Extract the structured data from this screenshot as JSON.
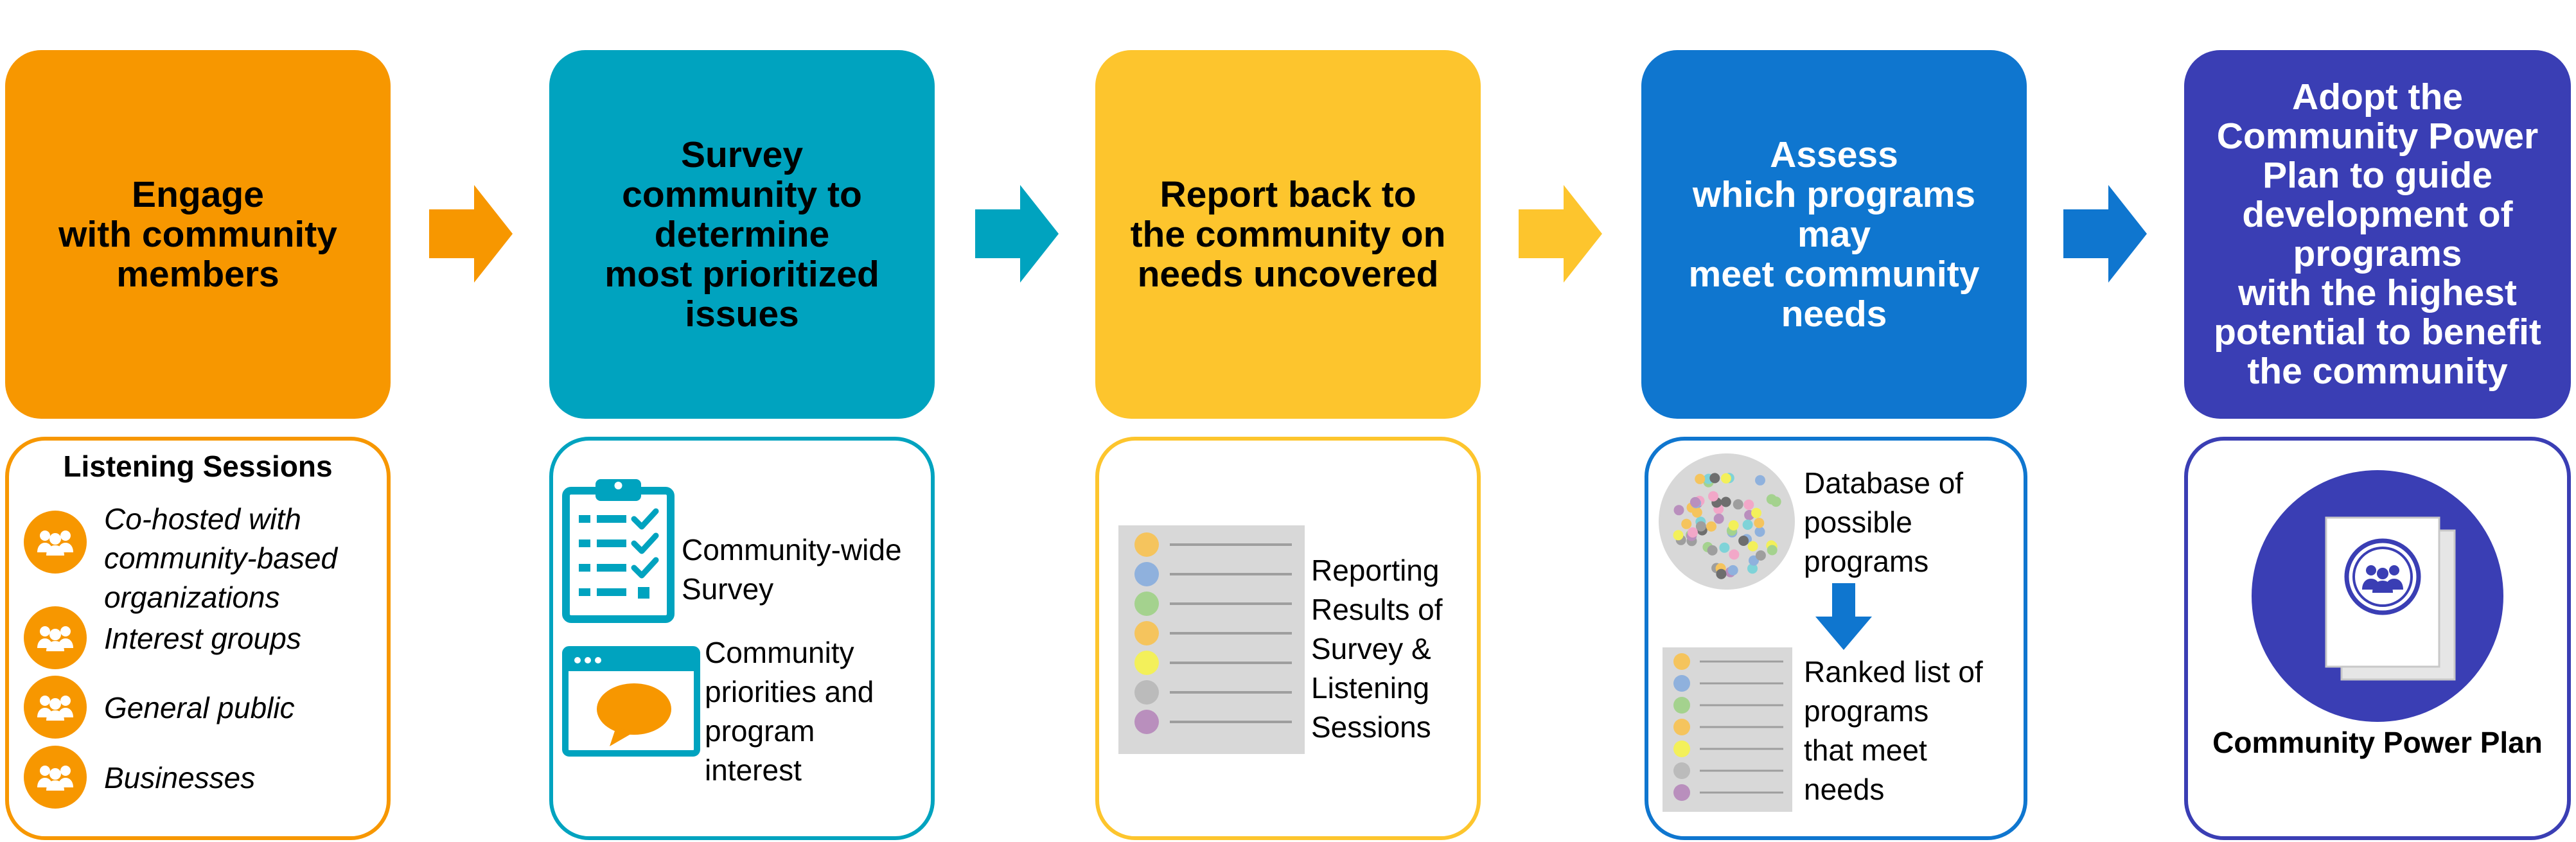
{
  "colors": {
    "engage": "#F79700",
    "survey": "#00A3BF",
    "report": "#FDC52D",
    "assess": "#0F76CF",
    "adopt": "#3A3EB4"
  },
  "steps": [
    {
      "title": "Engage\nwith community\nmembers",
      "panel": {
        "heading": "Listening Sessions",
        "items": [
          {
            "label": "Co-hosted with\ncommunity-based\norganizations",
            "icon": "people-icon"
          },
          {
            "label": "Interest groups",
            "icon": "people-icon"
          },
          {
            "label": "General public",
            "icon": "people-icon"
          },
          {
            "label": "Businesses",
            "icon": "people-icon"
          }
        ]
      }
    },
    {
      "title": "Survey\ncommunity to\ndetermine\nmost prioritized\nissues",
      "panel": {
        "items": [
          {
            "label": "Community-wide\nSurvey",
            "icon": "clipboard-checklist-icon"
          },
          {
            "label": "Community\npriorities and\nprogram\ninterest",
            "icon": "speech-bubble-window-icon"
          }
        ]
      }
    },
    {
      "title": "Report back to\nthe community on\nneeds uncovered",
      "panel": {
        "items": [
          {
            "label": "Reporting\nResults of\nSurvey &\nListening\nSessions",
            "icon": "report-list-icon"
          }
        ]
      }
    },
    {
      "title": "Assess\nwhich programs\nmay\nmeet community\nneeds",
      "panel": {
        "items": [
          {
            "label": "Database of\npossible\nprograms",
            "icon": "dot-cluster-icon"
          },
          {
            "label": "Ranked list of\nprograms\nthat meet\nneeds",
            "icon": "ranked-list-icon"
          }
        ]
      }
    },
    {
      "title": "Adopt the\nCommunity Power\nPlan to guide\ndevelopment of\nprograms\nwith the highest\npotential to benefit\nthe community",
      "panel": {
        "caption": "Community Power Plan",
        "icon": "plan-document-icon"
      }
    }
  ]
}
